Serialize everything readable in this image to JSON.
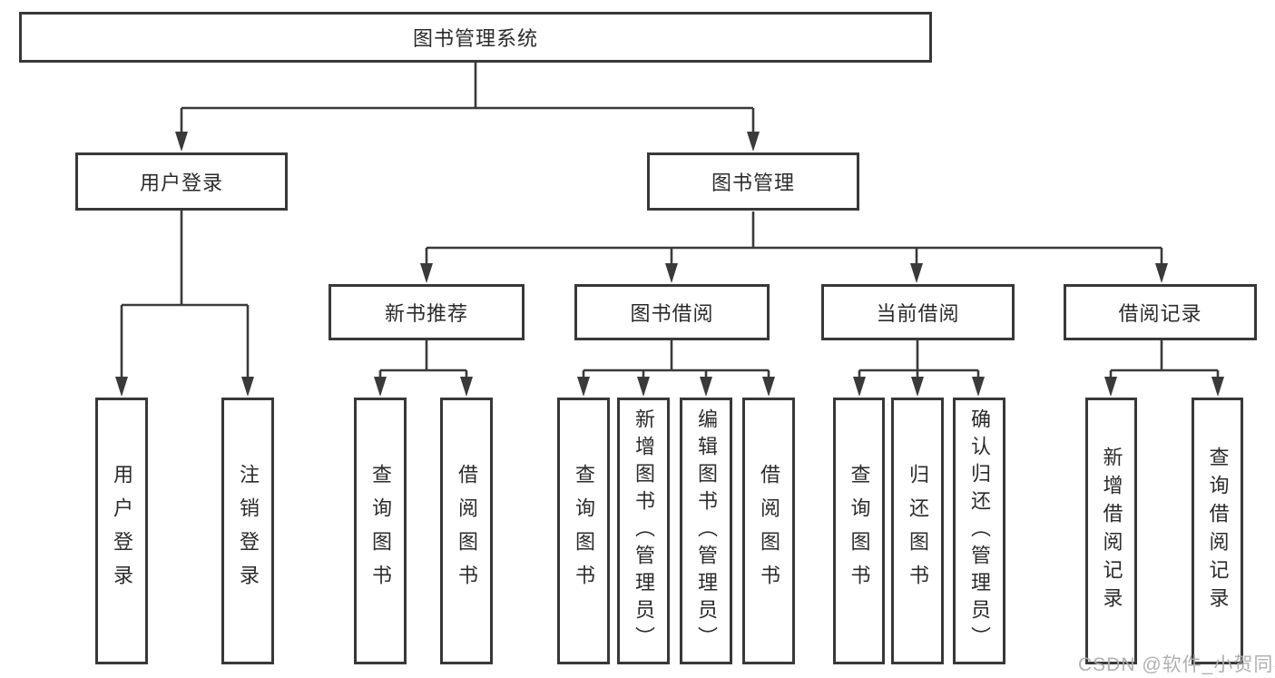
{
  "diagram": {
    "root": {
      "label": "图书管理系统"
    },
    "level2": [
      {
        "label": "用户登录"
      },
      {
        "label": "图书管理"
      }
    ],
    "level3": [
      {
        "label": "新书推荐"
      },
      {
        "label": "图书借阅"
      },
      {
        "label": "当前借阅"
      },
      {
        "label": "借阅记录"
      }
    ],
    "leaves": {
      "user_login": [
        "用户登录",
        "注销登录"
      ],
      "new_book": [
        "查询图书",
        "借阅图书"
      ],
      "book_borrow": [
        "查询图书",
        "新增图书（管理员）",
        "编辑图书（管理员）",
        "借阅图书"
      ],
      "current_borrow": [
        "查询图书",
        "归还图书",
        "确认归还（管理员）"
      ],
      "borrow_record": [
        "新增借阅记录",
        "查询借阅记录"
      ]
    }
  },
  "watermark": "CSDN @软件_小贺同学",
  "colors": {
    "line": "#3a3a3a",
    "text": "#2b2b2b",
    "box_background": "#ffffff",
    "watermark": "#acacac"
  }
}
